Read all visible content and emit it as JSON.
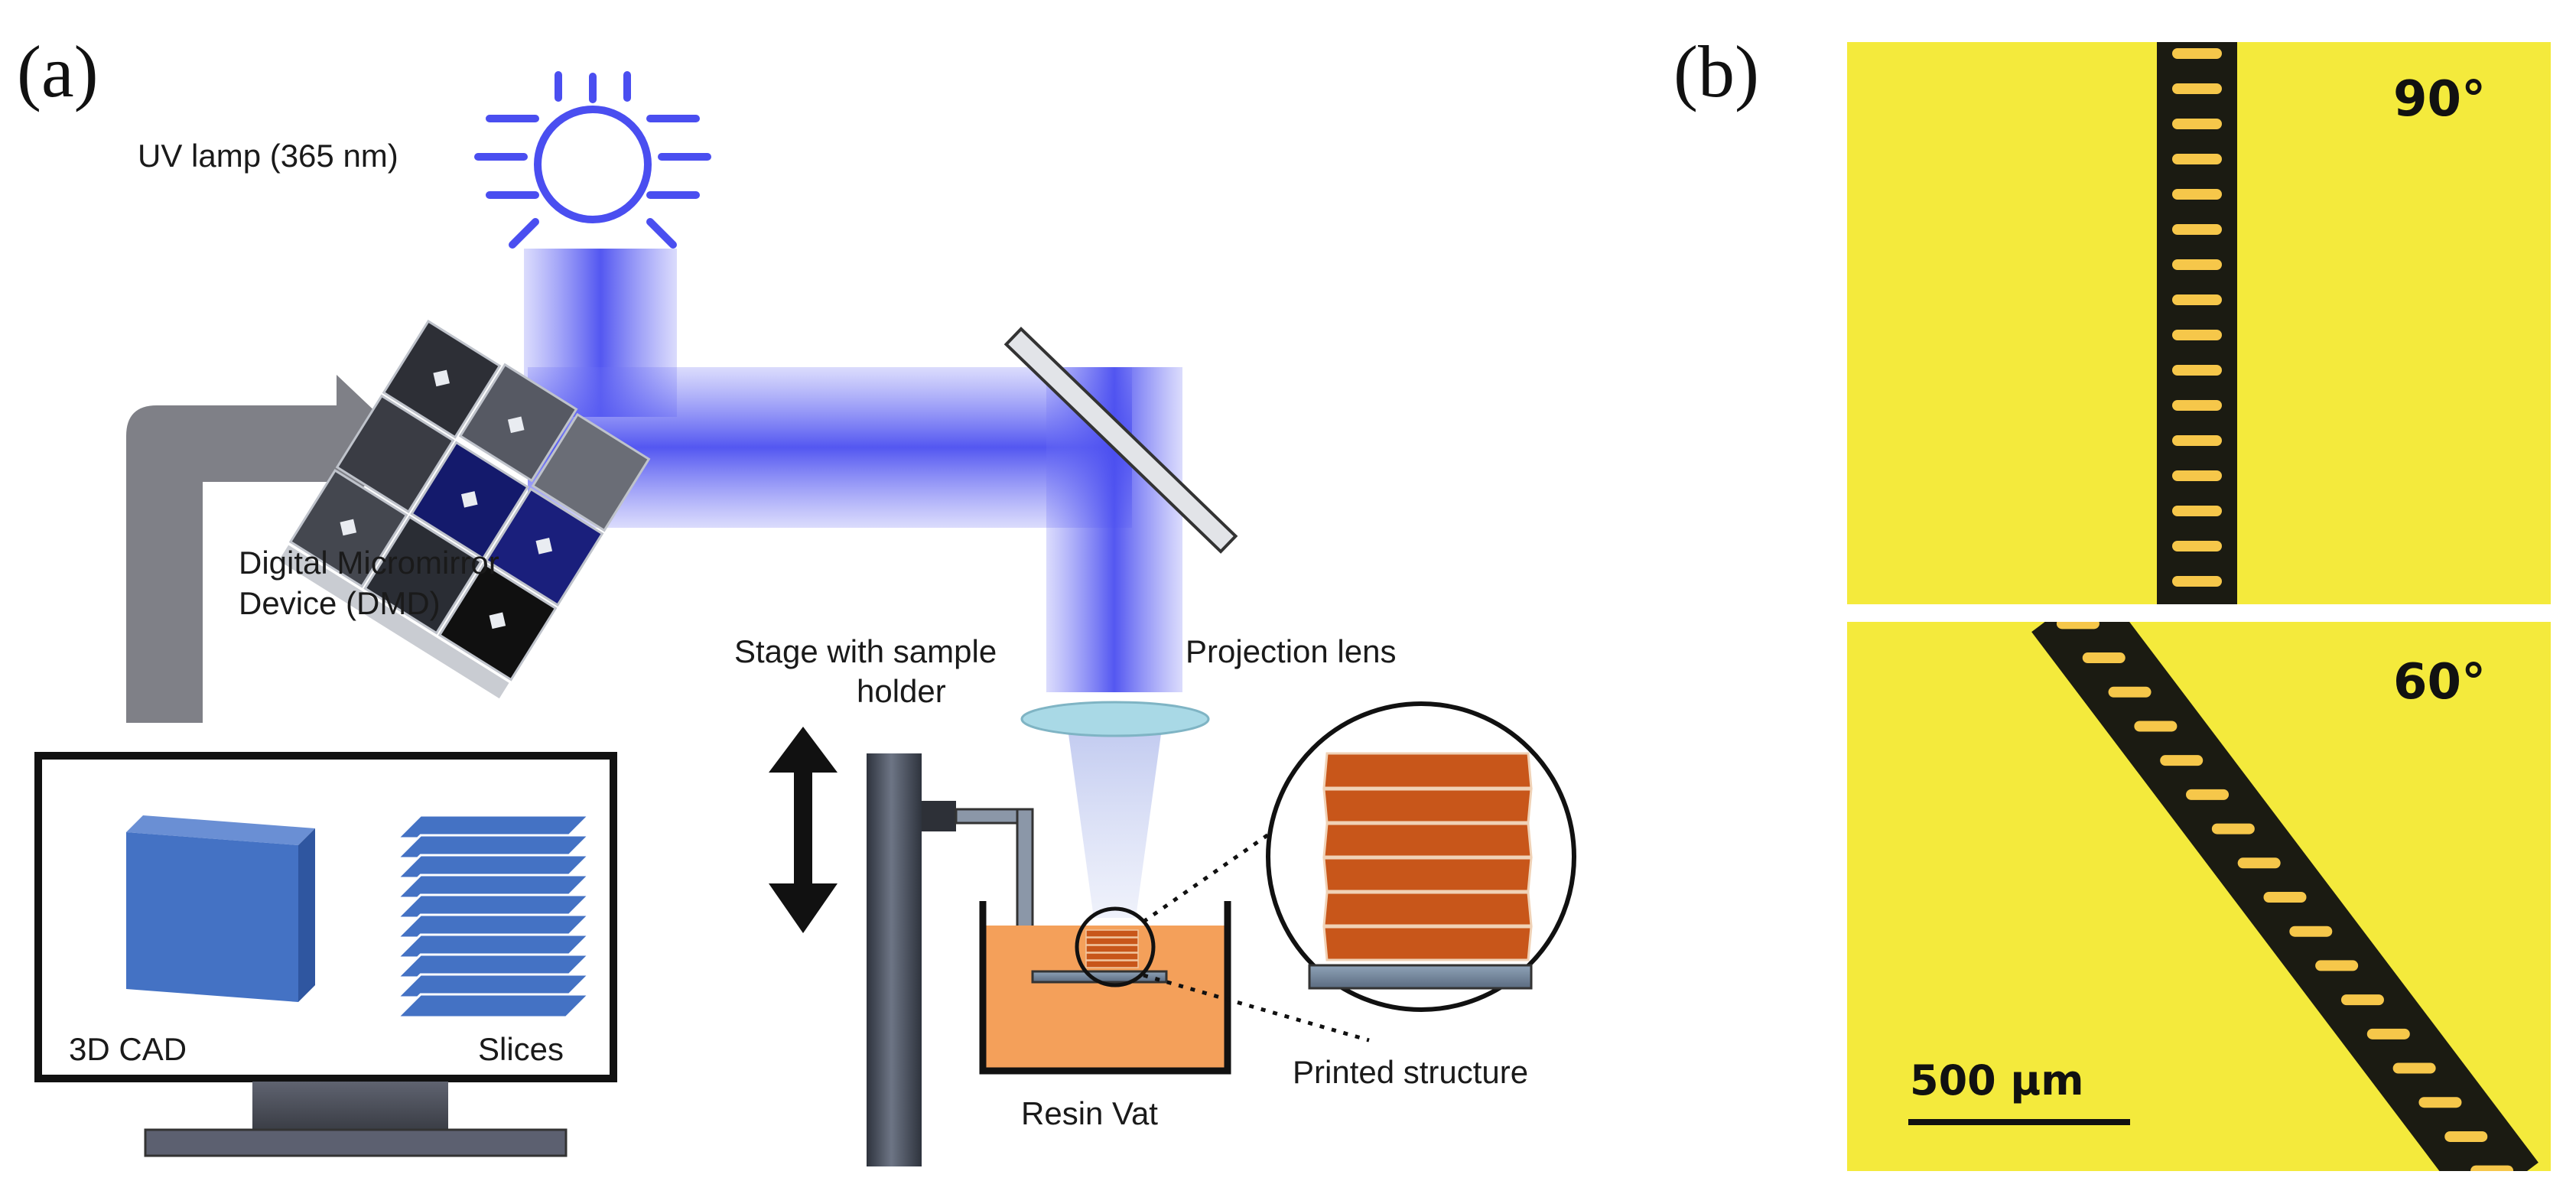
{
  "panel_a": {
    "letter": "(a)",
    "labels": {
      "uv_lamp": "UV lamp (365 nm)",
      "dmd_line1": "Digital Micromirror",
      "dmd_line2": "Device (DMD)",
      "stage_line1": "Stage with sample",
      "stage_line2": "holder",
      "projection_lens": "Projection lens",
      "cad": "3D CAD",
      "slices": "Slices",
      "resin_vat": "Resin Vat",
      "printed_structure": "Printed structure"
    },
    "icons": [
      "sun-icon",
      "arrow-icon",
      "double-arrow-icon",
      "mirror-icon",
      "monitor-icon"
    ]
  },
  "panel_b": {
    "letter": "(b)",
    "top_angle": "90°",
    "bottom_angle": "60°",
    "scale_label": "500 µm"
  },
  "colors": {
    "uv_beam": "#4a4ef0",
    "photo_bg": "#f4ea3c",
    "cad_blue": "#4472c4",
    "resin_orange": "#f4a05a",
    "printed_orange": "#c8561a",
    "arrow_gray": "#7f8087",
    "stage_dark": "#3e4450"
  }
}
